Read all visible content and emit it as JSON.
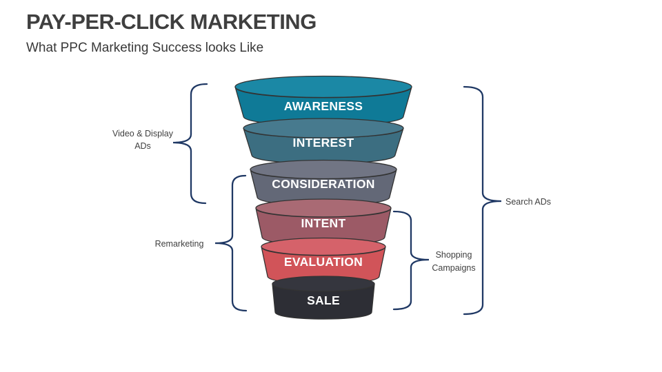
{
  "slide": {
    "title": "PAY-PER-CLICK MARKETING",
    "subtitle": "What PPC Marketing Success looks Like",
    "background_color": "#FFFFFF",
    "title_color": "#3F3F3F"
  },
  "funnel": {
    "type": "funnel",
    "stages": [
      {
        "label": "AWARENESS",
        "color_top": "#1B88A5",
        "color_body": "#0F7A97"
      },
      {
        "label": "INTEREST",
        "color_top": "#477A8E",
        "color_body": "#3C6E81"
      },
      {
        "label": "CONSIDERATION",
        "color_top": "#717584",
        "color_body": "#636877"
      },
      {
        "label": "INTENT",
        "color_top": "#A96A74",
        "color_body": "#9C5A66"
      },
      {
        "label": "EVALUATION",
        "color_top": "#D5626A",
        "color_body": "#D15459"
      },
      {
        "label": "SALE",
        "color_top": "#35363E",
        "color_body": "#2D2E35"
      }
    ],
    "stage_text_color": "#FFFFFF",
    "outline_color": "#333333"
  },
  "annotations": {
    "brace_color": "#1F3864",
    "label_color": "#3F3F3F",
    "left_top_label": "Video & Display\nADs",
    "left_bottom_label": "Remarketing",
    "right_big_label": "Search ADs",
    "right_small_label": "Shopping\nCampaigns"
  }
}
